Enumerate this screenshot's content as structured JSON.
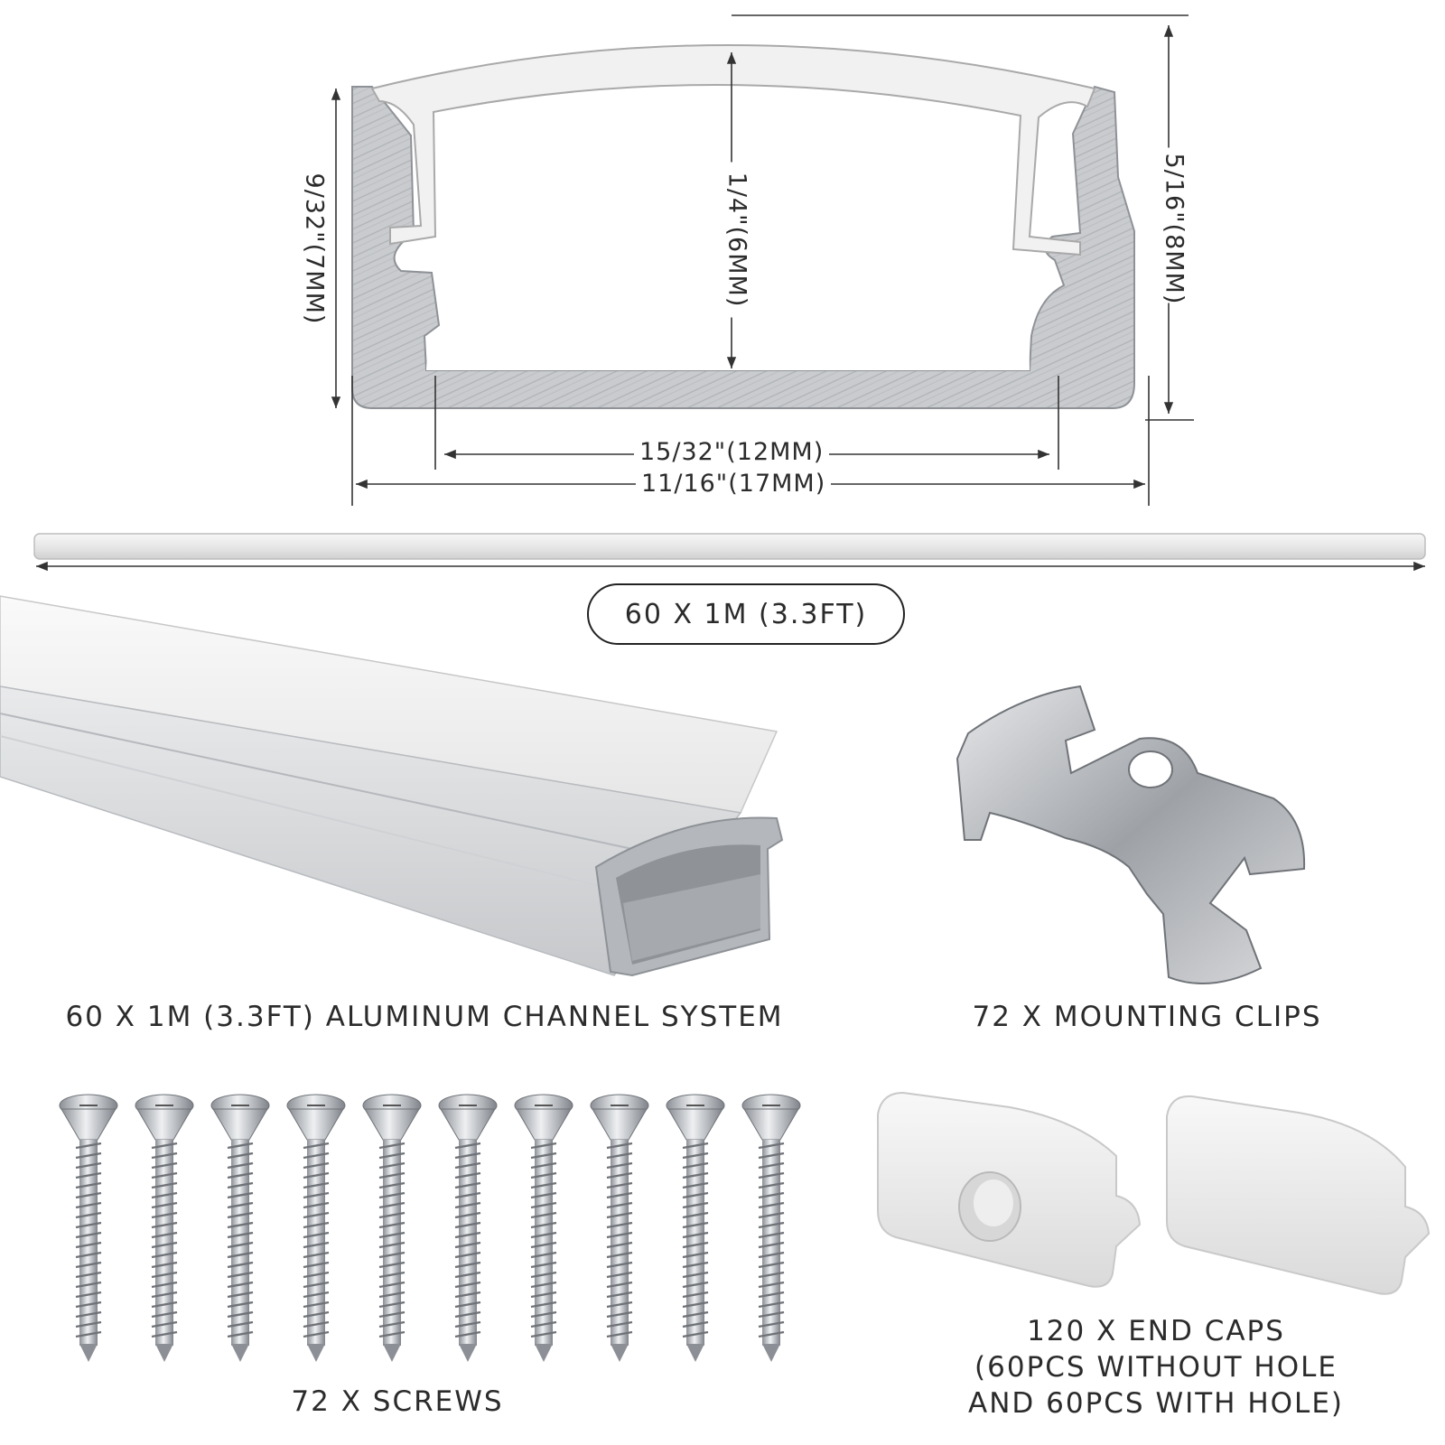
{
  "dimensions": {
    "left_height": "9/32\"(7MM)",
    "inner_height": "1/4\"(6MM)",
    "right_height": "5/16\"(8MM)",
    "inner_width": "15/32\"(12MM)",
    "outer_width": "11/16\"(17MM)"
  },
  "length_badge": "60 X 1M (3.3FT)",
  "components": {
    "channel": "60 X 1M (3.3FT) ALUMINUM CHANNEL SYSTEM",
    "clips": "72 X MOUNTING CLIPS",
    "screws": "72 X SCREWS",
    "end_caps_line1": "120 X END CAPS",
    "end_caps_line2": "(60PCS WITHOUT HOLE",
    "end_caps_line3": "AND 60PCS WITH HOLE)"
  },
  "colors": {
    "aluminum": "#c9cbce",
    "aluminum_dark": "#9ea2a7",
    "diffuser": "#f1f1f1",
    "line": "#333333"
  },
  "screw_count_shown": 10
}
